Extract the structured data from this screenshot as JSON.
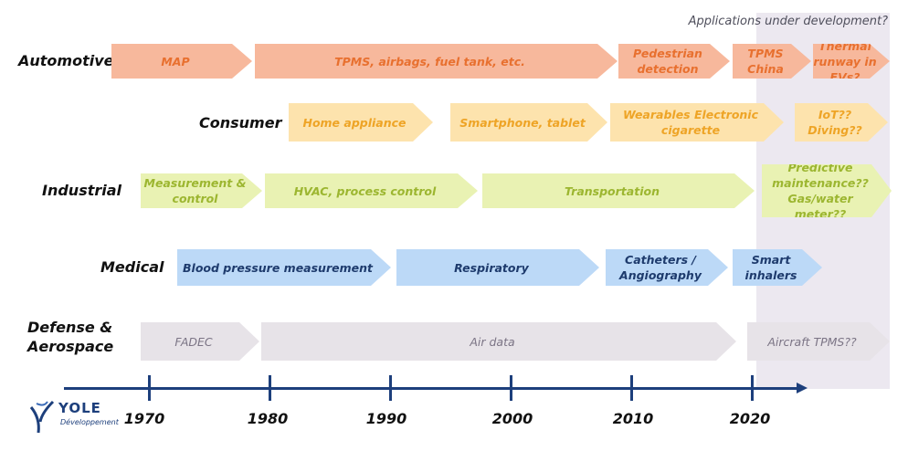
{
  "top_label": "Applications under development?",
  "sectors": {
    "automotive": "Automotive",
    "consumer": "Consumer",
    "industrial": "Industrial",
    "medical": "Medical",
    "defense": "Defense & Aerospace"
  },
  "automotive_arrows": [
    "MAP",
    "TPMS, airbags, fuel tank, etc.",
    "Pedestrian detection",
    "TPMS China",
    "Thermal runway in EVs?"
  ],
  "consumer_arrows": [
    "Home appliance",
    "Smartphone, tablet",
    "Wearables Electronic cigarette",
    "IoT?? Diving??"
  ],
  "industrial_arrows": [
    "Measurement & control",
    "HVAC, process control",
    "Transportation",
    "Predictive maintenance?? Gas/water meter??"
  ],
  "medical_arrows": [
    "Blood pressure measurement",
    "Respiratory",
    "Catheters / Angiography",
    "Smart inhalers"
  ],
  "defense_arrows": [
    "FADEC",
    "Air data",
    "Aircraft TPMS??"
  ],
  "timeline": {
    "years": [
      "1970",
      "1980",
      "1990",
      "2000",
      "2010",
      "2020"
    ]
  },
  "logo": {
    "name": "YOLE",
    "subtitle": "Développement"
  },
  "colors": {
    "automotive": "#f7b89c",
    "consumer": "#fde3ad",
    "industrial": "#e9f2b3",
    "medical": "#bcd9f7",
    "defense": "#e7e3e8",
    "axis": "#1d3f7c"
  }
}
